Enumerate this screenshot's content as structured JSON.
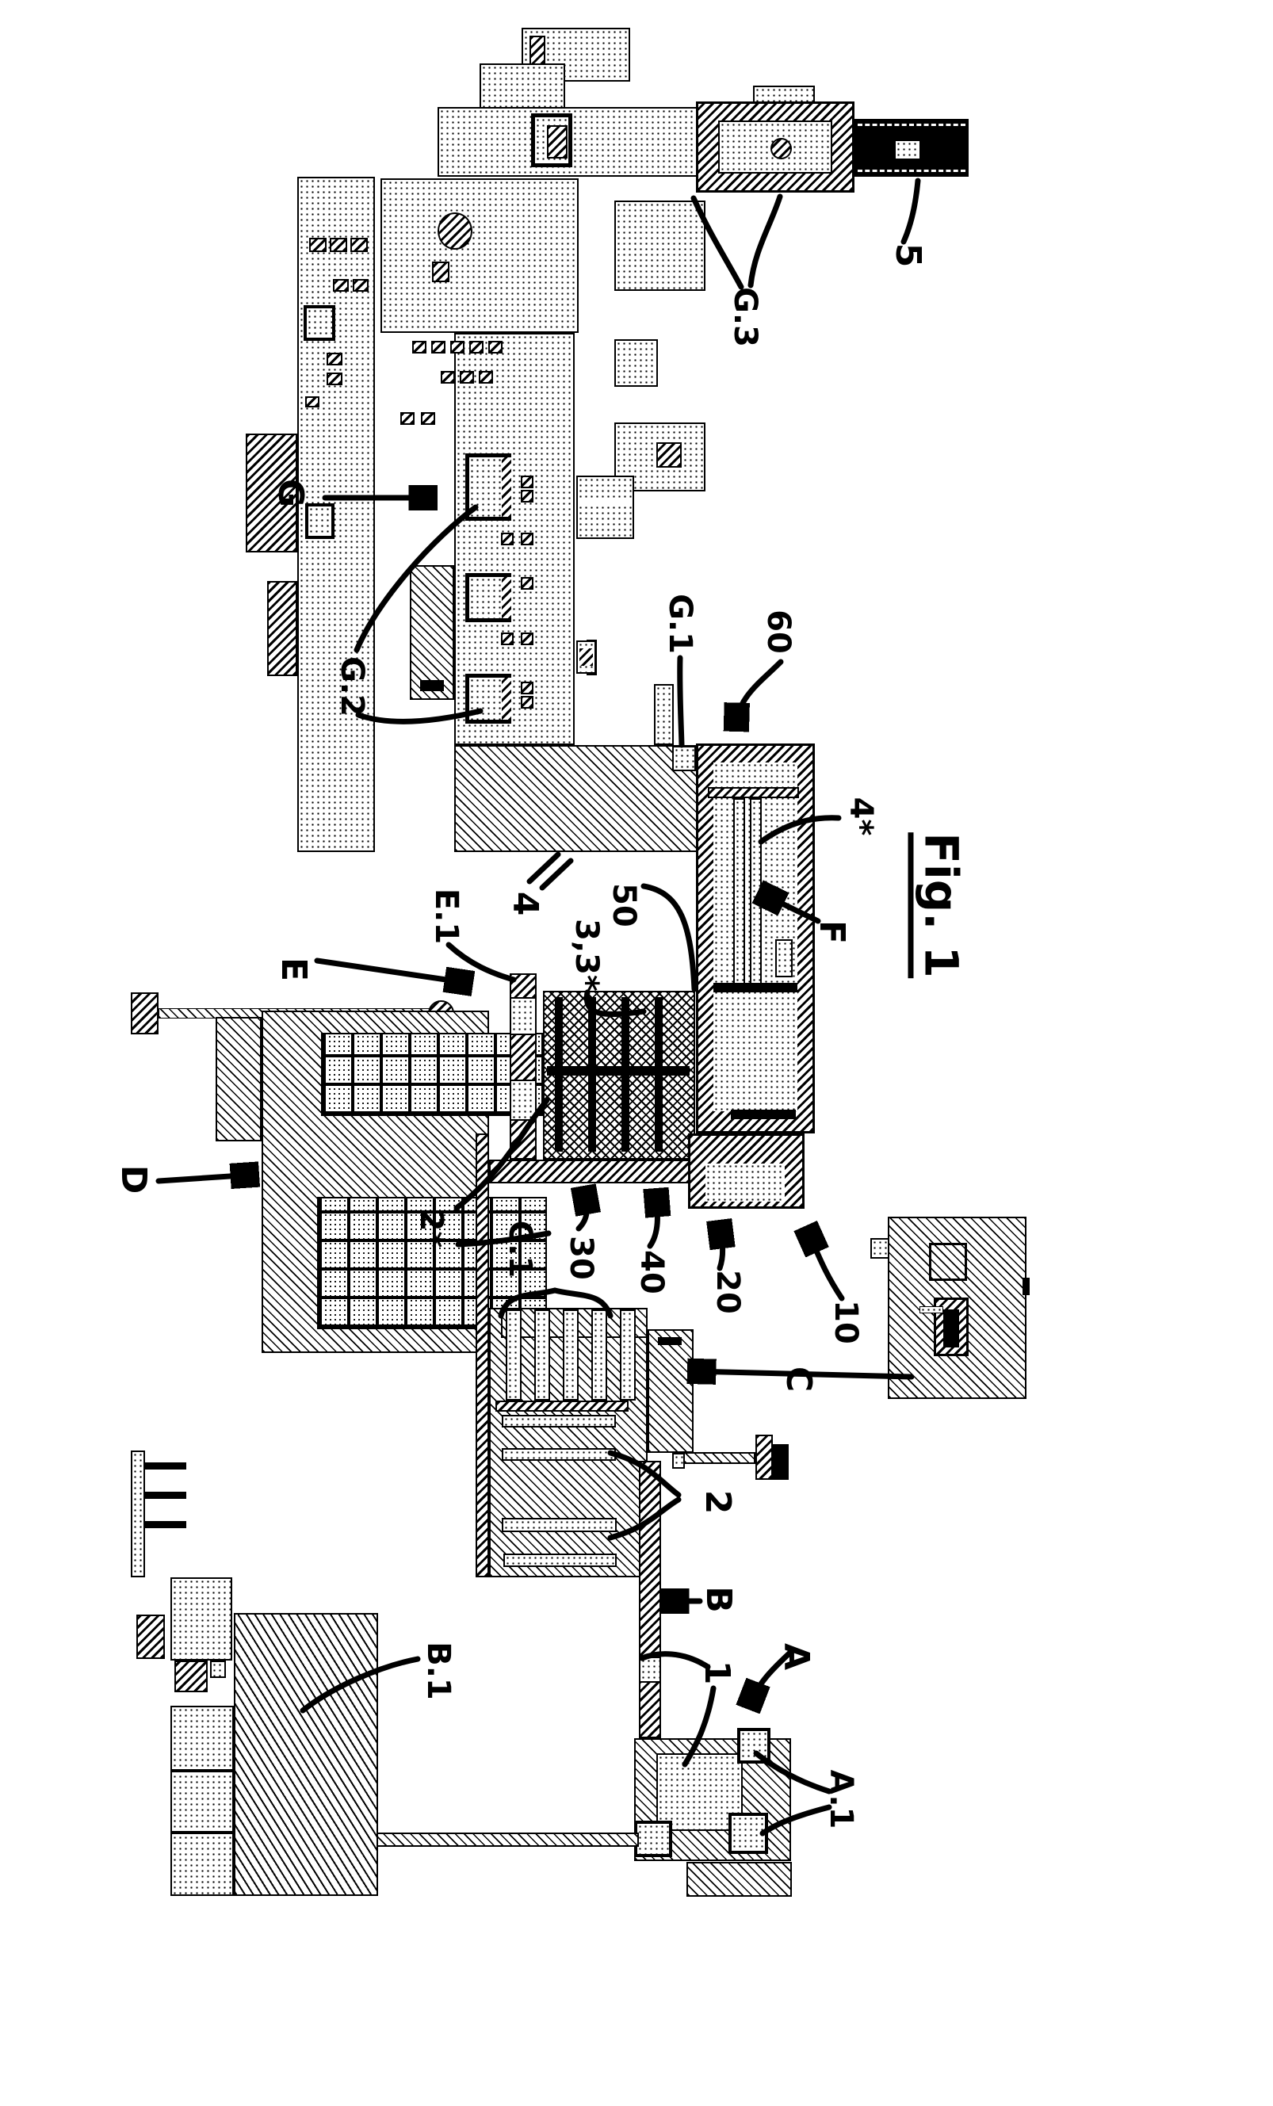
{
  "figure": {
    "caption": "Fig. 1"
  },
  "colors": {
    "ink": "#000000",
    "paper": "#ffffff"
  },
  "labels": {
    "g": "G",
    "g1": "G.1",
    "g2": "G.2",
    "g3": "G.3",
    "e": "E",
    "e1": "E.1",
    "d": "D",
    "c": "C",
    "c1": "C.1",
    "b": "B",
    "b1": "B.1",
    "a": "A",
    "a1": "A.1",
    "f": "F",
    "n1": "1",
    "n2": "2",
    "n2s": "2*",
    "n33s": "3,3*",
    "n4": "4",
    "n4s": "4*",
    "n5": "5",
    "n10": "10",
    "n20": "20",
    "n30": "30",
    "n40": "40",
    "n50": "50",
    "n60": "60"
  }
}
